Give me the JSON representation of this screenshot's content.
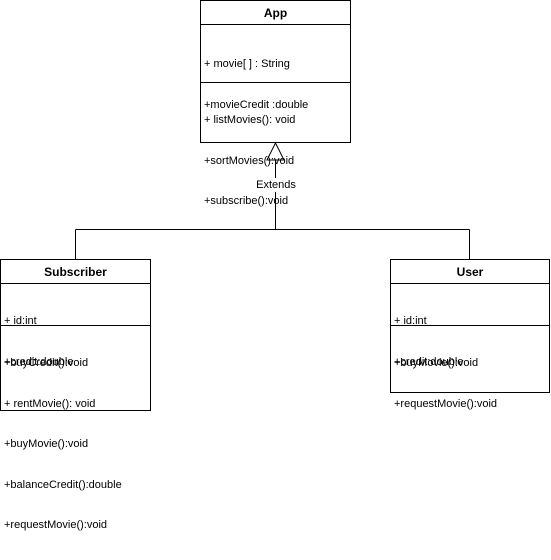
{
  "diagram": {
    "relationship_label": "Extends",
    "classes": {
      "app": {
        "name": "App",
        "attributes": [
          "+ movie[ ] : String",
          "+movieCredit :double"
        ],
        "methods": [
          "+ listMovies(): void",
          "+sortMovies():void",
          "+subscribe():void"
        ]
      },
      "subscriber": {
        "name": "Subscriber",
        "attributes": [
          "+ id:int",
          "+credit:double"
        ],
        "methods": [
          "+buyCredit():void",
          "+ rentMovie(): void",
          "+buyMovie():void",
          "+balanceCredit():double",
          "+requestMovie():void"
        ]
      },
      "user": {
        "name": "User",
        "attributes": [
          "+ id:int",
          "+credit:double"
        ],
        "methods": [
          "+buyMovie():void",
          "+requestMovie():void"
        ]
      }
    }
  }
}
